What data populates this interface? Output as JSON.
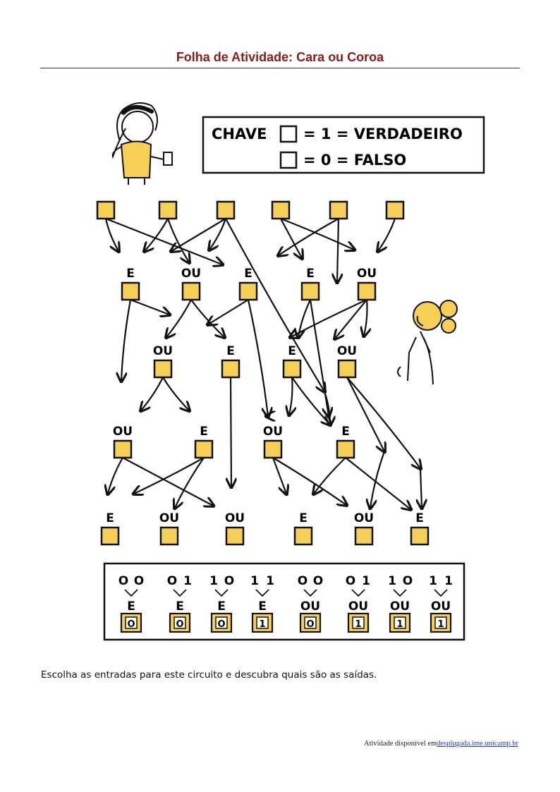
{
  "page": {
    "title": "Folha de Atividade: Cara ou Coroa",
    "caption": "Escolha as entradas para este circuito e descubra quais são as saídas.",
    "footer_text": "Atividade disponível em",
    "footer_link": "desplugada.ime.unicamp.br"
  },
  "key": {
    "label": "CHAVE",
    "true_text": "= 1 = VERDADEIRO",
    "false_text": "= 0 = FALSO"
  },
  "colors": {
    "gate": "#f6cf57",
    "ink": "#111111",
    "title": "#8b1a1a",
    "link": "#1a3cc8"
  },
  "circuit": {
    "inputs": [
      "",
      "",
      "",
      "",
      "",
      ""
    ],
    "layer1": [
      "E",
      "OU",
      "E",
      "E",
      "OU"
    ],
    "layer2": [
      "OU",
      "E",
      "E",
      "OU"
    ],
    "layer3": [
      "OU",
      "E",
      "OU",
      "E"
    ],
    "outputs": [
      "E",
      "OU",
      "OU",
      "E",
      "OU",
      "E"
    ]
  },
  "truth_table": [
    {
      "a": "O",
      "b": "O",
      "gate": "E",
      "out": "O"
    },
    {
      "a": "O",
      "b": "1",
      "gate": "E",
      "out": "O"
    },
    {
      "a": "1",
      "b": "O",
      "gate": "E",
      "out": "O"
    },
    {
      "a": "1",
      "b": "1",
      "gate": "E",
      "out": "1"
    },
    {
      "a": "O",
      "b": "O",
      "gate": "OU",
      "out": "O"
    },
    {
      "a": "O",
      "b": "1",
      "gate": "OU",
      "out": "1"
    },
    {
      "a": "1",
      "b": "O",
      "gate": "OU",
      "out": "1"
    },
    {
      "a": "1",
      "b": "1",
      "gate": "OU",
      "out": "1"
    }
  ]
}
